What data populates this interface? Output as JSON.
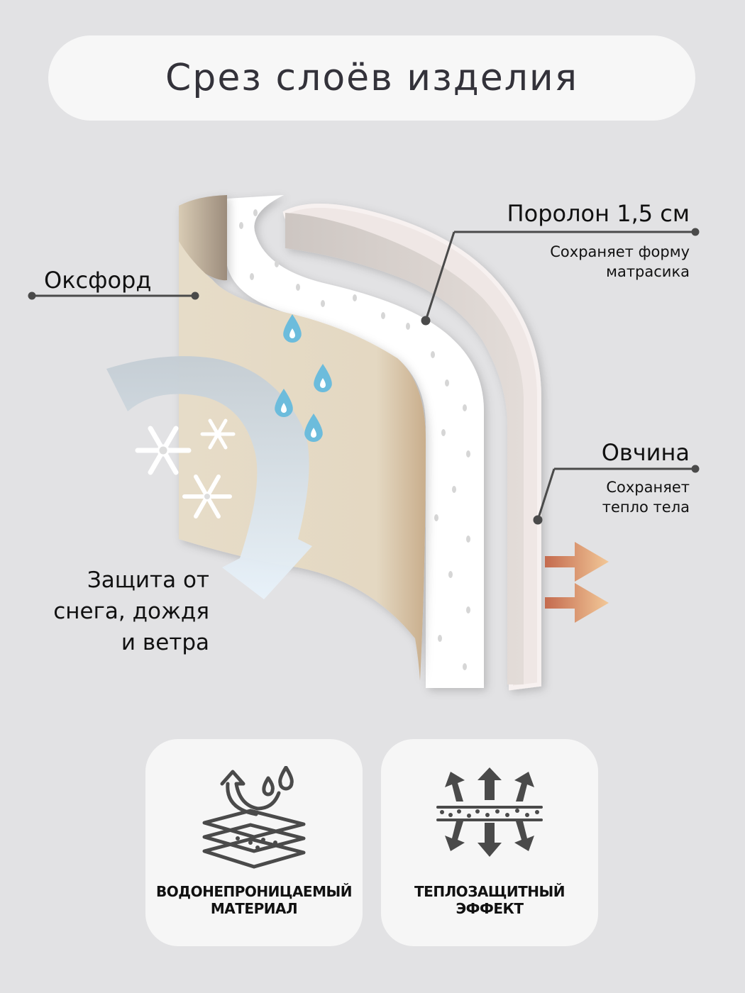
{
  "header": {
    "title": "Срез слоёв изделия"
  },
  "layers": {
    "oxford": {
      "name": "Оксфорд"
    },
    "foam": {
      "name": "Поролон 1,5 см",
      "description_line1": "Сохраняет форму",
      "description_line2": "матрасика"
    },
    "sheepskin": {
      "name": "Овчина",
      "description_line1": "Сохраняет",
      "description_line2": "тепло тела"
    }
  },
  "protection": {
    "line1": "Защита от",
    "line2": "снега, дождя",
    "line3": "и ветра"
  },
  "features": [
    {
      "icon": "waterproof-layers-icon",
      "line1": "ВОДОНЕПРОНИЦАЕМЫЙ",
      "line2": "МАТЕРИАЛ"
    },
    {
      "icon": "heat-protection-icon",
      "line1": "ТЕПЛОЗАЩИТНЫЙ",
      "line2": "ЭФФЕКТ"
    }
  ],
  "colors": {
    "background": "#e2e2e4",
    "card": "#f6f6f6",
    "oxford": "#e6dcc8",
    "foam": "#ffffff",
    "sheepskin": "#d8d2ce",
    "water_drop": "#6cbcdc",
    "heat_arrow": "#e0a27a",
    "line": "#4a4a4a"
  }
}
